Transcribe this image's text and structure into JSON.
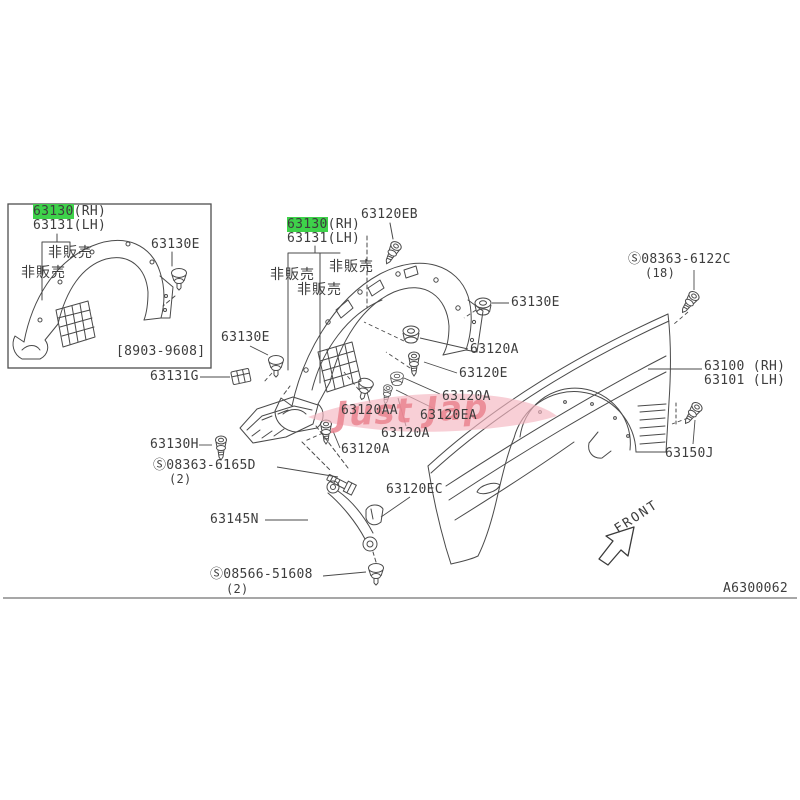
{
  "page": {
    "background": "#ffffff"
  },
  "diagram": {
    "drawing_code": "A6300062",
    "front_arrow_label": "FRONT",
    "watermark_text": "Just Jap",
    "colors": {
      "line": "#4a4a4a",
      "text": "#3d3d3d",
      "highlight_green": "#3ed24a",
      "watermark_band": "#f5b6c0",
      "watermark_text": "#ea8490"
    },
    "inset_panel": {
      "liner_rh_number": "63130",
      "liner_rh_side": "(RH)",
      "liner_lh": "63131(LH)",
      "not_sold_a": "非販売",
      "not_sold_b": "非販売",
      "clip_label": "63130E",
      "applicability_range": "[8903-9608]"
    },
    "main_assembly": {
      "liner_rh_number": "63130",
      "liner_rh_side": "(RH)",
      "liner_lh": "63131(LH)",
      "not_sold_a": "非販売",
      "not_sold_b": "非販売",
      "not_sold_c": "非販売",
      "bolt_top": "63120EB",
      "grommet_right": "63130E",
      "clip_a1": "63120A",
      "screw_e": "63120E",
      "clip_a2": "63120A",
      "washer_ea": "63120EA",
      "rivet_aa": "63120AA",
      "clip_a3": "63120A",
      "clip_a4": "63120A",
      "clamp_ec": "63120EC",
      "grommet_left": "63130E",
      "clip_g": "63131G",
      "screw_h": "63130H",
      "screw_6165d": "Ⓢ08363-6165D",
      "screw_6165d_qty": "(2)",
      "stay": "63145N",
      "screw_51608": "Ⓢ08566-51608",
      "screw_51608_qty": "(2)"
    },
    "fender": {
      "screw_6122c": "Ⓢ08363-6122C",
      "screw_6122c_qty": "(18)",
      "panel_rh": "63100 (RH)",
      "panel_lh": "63101 (LH)",
      "molding_screw": "63150J"
    }
  }
}
